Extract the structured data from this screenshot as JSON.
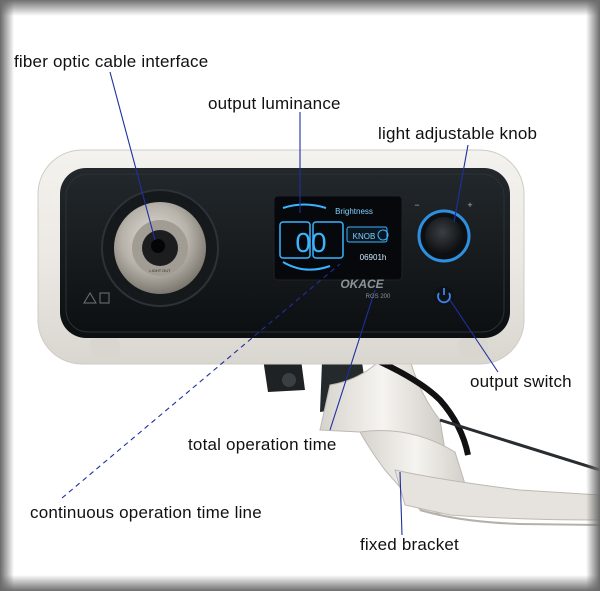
{
  "labels": {
    "fiber_optic": "fiber optic cable interface",
    "output_luminance": "output luminance",
    "light_knob": "light adjustable knob",
    "output_switch": "output switch",
    "total_time": "total operation time",
    "continuous_time": "continuous operation time line",
    "fixed_bracket": "fixed bracket"
  },
  "device": {
    "brand": "OKACE",
    "model": "RGS 200",
    "port_label": "LIGHT OUT",
    "knob_minus": "−",
    "knob_plus": "+"
  },
  "screen": {
    "title": "Brightness",
    "value": "00",
    "mode_badge": "KNOB",
    "hours": "06901h"
  },
  "colors": {
    "leader": "#1f2fa0",
    "panel": "#161a1d",
    "screen_accent": "#3ab4ff",
    "knob_ring": "#2f8fe0"
  }
}
